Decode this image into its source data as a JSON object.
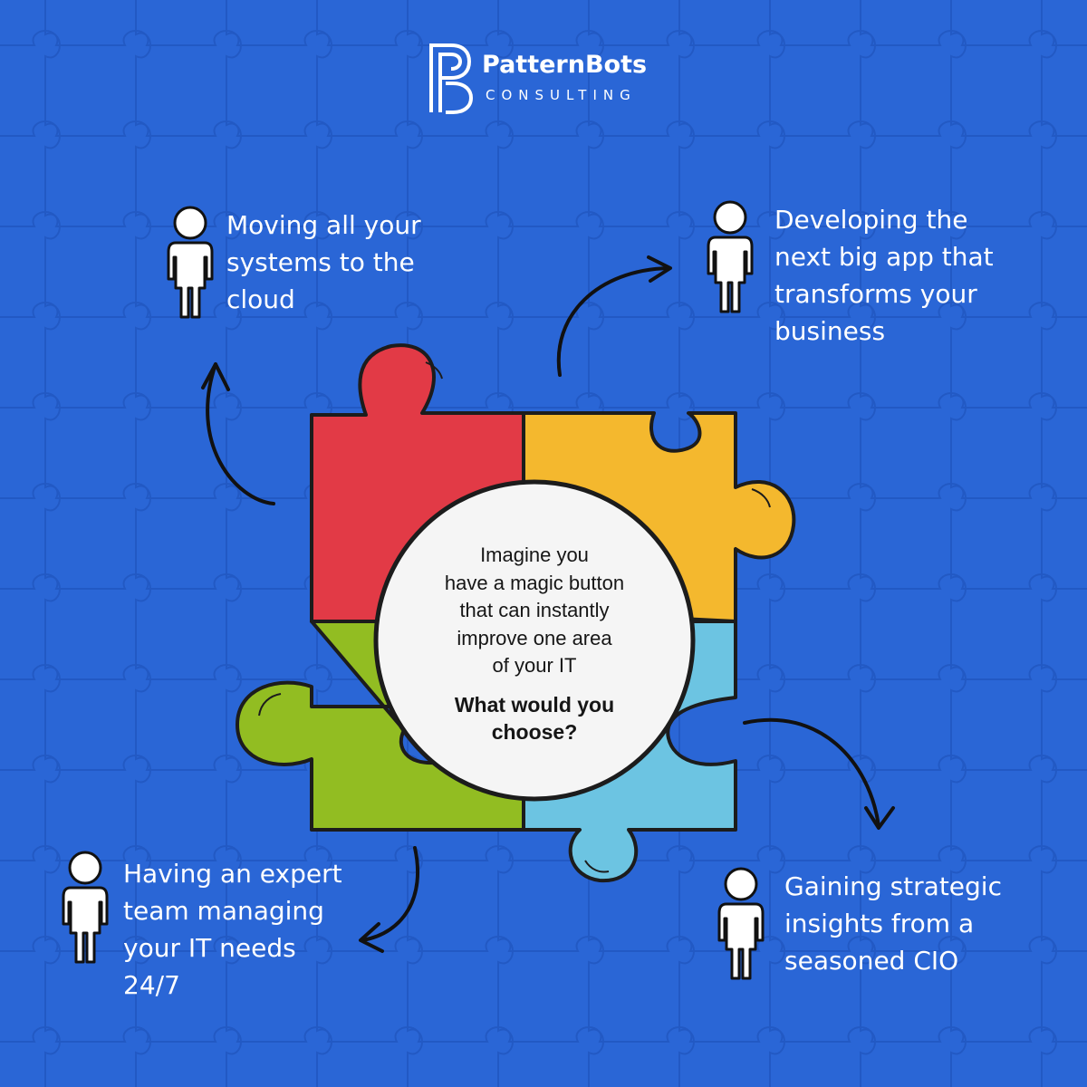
{
  "brand": {
    "name": "PatternBots",
    "tagline": "CONSULTING"
  },
  "colors": {
    "background": "#2a66d6",
    "piece_red": "#e23a46",
    "piece_yellow": "#f4b82e",
    "piece_green": "#92bd22",
    "piece_blue": "#6cc4e2",
    "center_circle": "#f5f5f5",
    "outline": "#1c1c1c",
    "text_light": "#ffffff"
  },
  "center": {
    "question_lines": [
      "Imagine you",
      "have a magic button",
      "that can instantly",
      "improve one area",
      "of your IT"
    ],
    "prompt_lines": [
      "What would you",
      "choose?"
    ]
  },
  "options": [
    {
      "lines": [
        "Moving all your",
        "systems to the",
        "cloud"
      ],
      "icon": "person-icon"
    },
    {
      "lines": [
        "Developing the",
        "next big app that",
        "transforms your",
        "business"
      ],
      "icon": "person-icon"
    },
    {
      "lines": [
        "Having an expert",
        "team managing",
        "your IT needs",
        "24/7"
      ],
      "icon": "person-icon"
    },
    {
      "lines": [
        "Gaining strategic",
        "insights from a",
        "seasoned CIO"
      ],
      "icon": "person-icon"
    }
  ]
}
